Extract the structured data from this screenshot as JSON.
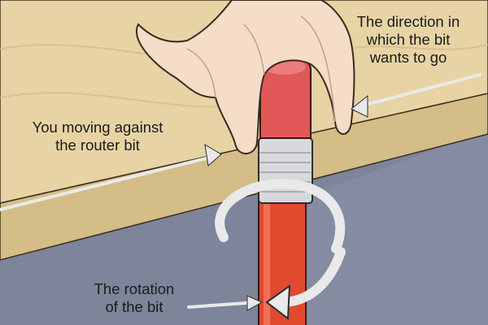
{
  "labels": {
    "direction": {
      "line1": "The direction in",
      "line2": "which the bit",
      "line3": "wants to go"
    },
    "moving": {
      "line1": "You moving against",
      "line2": "the router bit"
    },
    "rotation": {
      "line1": "The rotation",
      "line2": "of the bit"
    }
  },
  "colors": {
    "background": "#7e8499",
    "wood_top": "#e7d3a4",
    "wood_edge": "#d4bd86",
    "skin": "#f6ddc8",
    "eraser": "#e25757",
    "ferrule": "#d7d9dc",
    "shaft": "#e04a2f",
    "arrow": "#e9e9e9"
  }
}
